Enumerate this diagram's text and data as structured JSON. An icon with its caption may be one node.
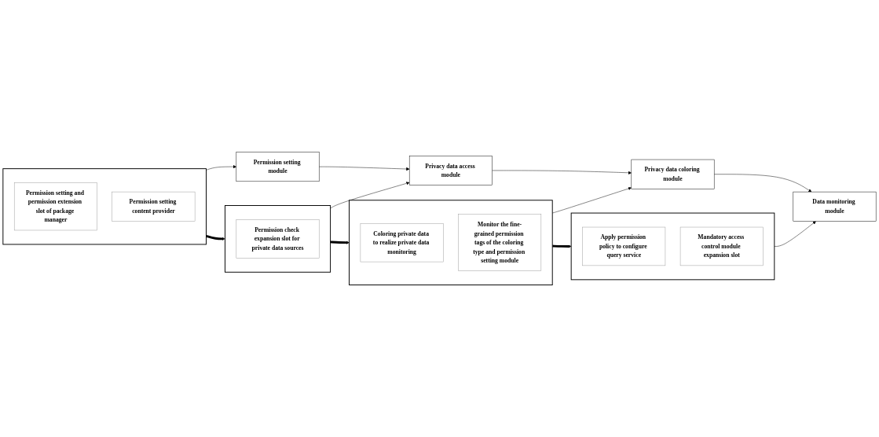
{
  "diagram": {
    "nodes": [
      {
        "text": [],
        "shape": "box"
      },
      {
        "text": [
          "Permission setting and permission extension slot of package manager"
        ],
        "in": 0
      },
      {
        "text": [
          "Permission setting content provider"
        ],
        "in": 0
      },
      {
        "text": [],
        "shape": "box"
      },
      {
        "text": [
          "Permission check expansion slot for private data sources"
        ],
        "in": 3
      },
      {
        "text": [],
        "shape": "box"
      },
      {
        "text": [
          "Coloring private data to realize private data monitoring"
        ],
        "in": 5
      },
      {
        "text": [
          "Monitor the fine-grained permission tags of the coloring type and permission setting module"
        ],
        "in": 5
      },
      {
        "text": [],
        "shape": "box"
      },
      {
        "text": [
          "Apply permission policy to configure query service"
        ],
        "in": 8
      },
      {
        "text": [
          "Mandatory access control module expansion slot"
        ],
        "in": 8
      },
      {
        "text": [
          "Permission setting module"
        ]
      },
      {
        "text": [
          "Privacy data access module"
        ]
      },
      {
        "text": [
          "Privacy data coloring module"
        ]
      },
      {
        "text": [
          "Data monitoring module"
        ]
      }
    ],
    "edges": [
      {
        "from": 0,
        "to": 3,
        "arrow": "to",
        "style": "thick"
      },
      {
        "from": 3,
        "to": 5,
        "arrow": "to",
        "style": "thick"
      },
      {
        "from": 5,
        "to": 8,
        "arrow": "to",
        "style": "thick"
      },
      {
        "from": 0,
        "to": 11,
        "arrow": "to"
      },
      {
        "from": 3,
        "to": 12,
        "arrow": "to"
      },
      {
        "from": 5,
        "to": 13,
        "arrow": "to"
      },
      {
        "from": 8,
        "to": 14,
        "arrow": "to"
      },
      {
        "from": 11,
        "to": 12,
        "arrow": "to"
      },
      {
        "from": 12,
        "to": 13,
        "arrow": "to"
      },
      {
        "from": 13,
        "to": 14,
        "arrow": "to"
      }
    ]
  }
}
